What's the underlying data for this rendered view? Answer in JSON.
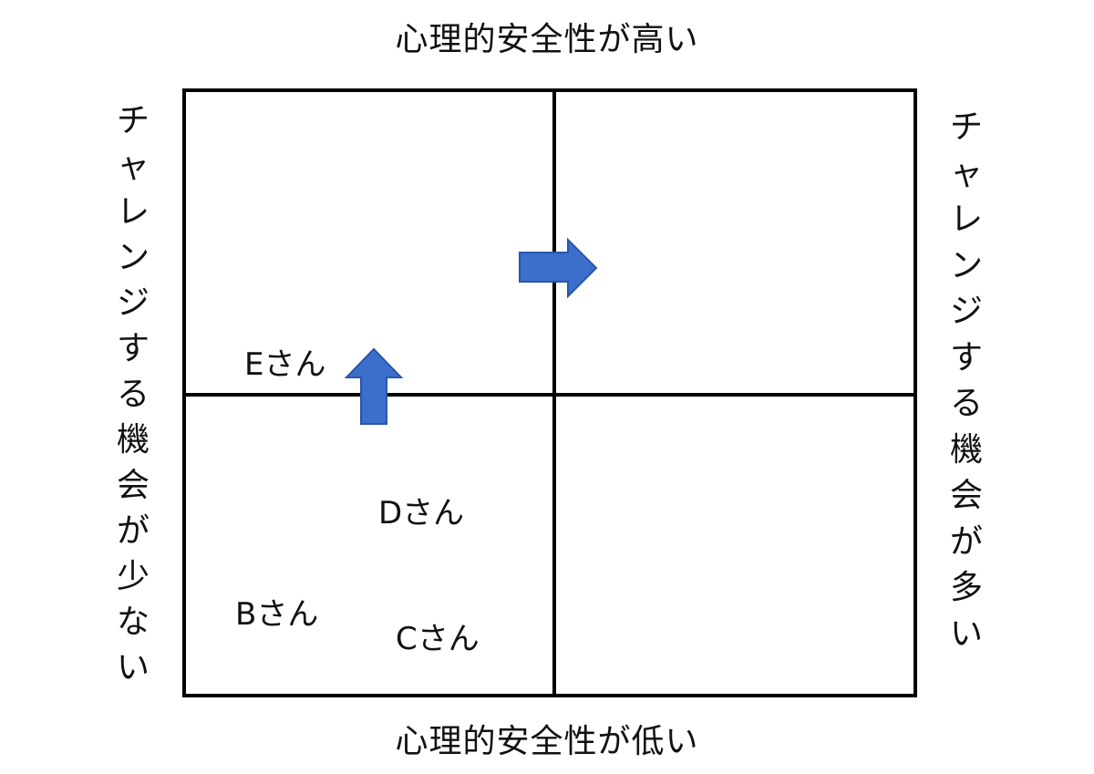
{
  "axes": {
    "top": "心理的安全性が高い",
    "bottom": "心理的安全性が低い",
    "left": [
      "チ",
      "ャ",
      "レ",
      "ン",
      "ジ",
      "す",
      "る",
      "機",
      "会",
      "が",
      "少",
      "な",
      "い"
    ],
    "right": [
      "チ",
      "ャ",
      "レ",
      "ン",
      "ジ",
      "す",
      "る",
      "機",
      "会",
      "が",
      "多",
      "い"
    ],
    "left_full": "チャレンジする機会が少ない",
    "right_full": "チャレンジする機会が多い"
  },
  "people": {
    "e": "Eさん",
    "d": "Dさん",
    "b": "Bさん",
    "c": "Cさん"
  },
  "arrows": {
    "up": "arrow-up-icon",
    "right": "arrow-right-icon",
    "color": "#3b6fcb",
    "stroke": "#2a55a8"
  }
}
